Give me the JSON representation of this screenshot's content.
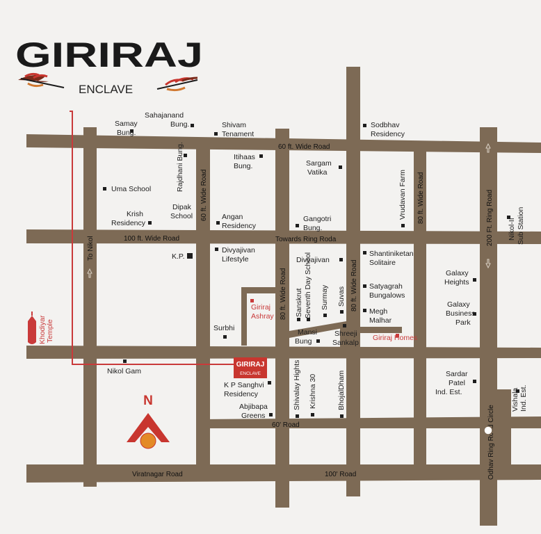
{
  "brand": {
    "title": "GIRIRAJ",
    "subtitle": "ENCLAVE",
    "colors": {
      "title": "#1a1a1a",
      "accent": "#c8362f",
      "road": "#7d6a55",
      "background": "#f3f2f0"
    }
  },
  "marker": {
    "top": "GIRIRAJ",
    "bottom": "ENCLAVE"
  },
  "compass": {
    "letter": "N"
  },
  "roads": {
    "r60_top": "60 ft. Wide Road",
    "r100_mid": "100 ft. Wide Road",
    "towards_ring": "Towards Ring Roda",
    "to_nikol": "To Nikol",
    "r60_rajdhani": "60 ft. Wide Road",
    "r80_center": "80 ft. Wide Road",
    "r80_right": "80 ft. Wide Road",
    "r80_vrudavan": "80 ft. Wide Road",
    "ring_200": "200 Ft. Ring Road",
    "r60_bottom": "60' Road",
    "r100_bottom": "100' Road",
    "viratnagar": "Viratnagar Road",
    "odhav": "Odhav Ring Road Circle"
  },
  "places": {
    "samay_1": "Samay",
    "samay_2": "Bung.",
    "sahajanand_1": "Sahajanand",
    "sahajanand_2": "Bung.",
    "shivam_1": "Shivam",
    "shivam_2": "Tenament",
    "sadbhav_1": "Sodbhav",
    "sadbhav_2": "Residency",
    "uma": "Uma School",
    "rajdhani": "Rajdhani Bung.",
    "itihaas_1": "Itihaas",
    "itihaas_2": "Bung.",
    "sargam_1": "Sargam",
    "sargam_2": "Vatika",
    "vrudavan": "Vrudavan Farm",
    "krish_1": "Krish",
    "krish_2": "Residency",
    "dipak_1": "Dipak",
    "dipak_2": "School",
    "angan_1": "Angan",
    "angan_2": "Residency",
    "gangotri_1": "Gangotri",
    "gangotri_2": "Bung.",
    "nikol2": "Nikol-II",
    "substation": "Sub Station",
    "kp": "K.P.",
    "divyajivan_lf_1": "Divyajivan",
    "divyajivan_lf_2": "Lifestyle",
    "divyajivan": "Divyajivan",
    "shantiniketan_1": "Shantiniketan",
    "shantiniketan_2": "Solitaire",
    "galaxy_h_1": "Galaxy",
    "galaxy_h_2": "Heights",
    "satyagrah_1": "Satyagrah",
    "satyagrah_2": "Bungalows",
    "sanskrut": "Sanskrut",
    "seventh_day": "Seventh Day School",
    "surmay": "Surmay",
    "suvas": "Suvas",
    "giriraj_ashray_1": "Giriraj",
    "giriraj_ashray_2": "Ashray",
    "megh_1": "Megh",
    "megh_2": "Malhar",
    "galaxy_b_1": "Galaxy",
    "galaxy_b_2": "Business",
    "galaxy_b_3": "Park",
    "khodiyar_1": "Khodiyar",
    "khodiyar_2": "Temple",
    "surbhi": "Surbhi",
    "mansi_1": "Mansi",
    "mansi_2": "Bung",
    "shreeji_1": "Shreeji",
    "shreeji_2": "Sankalp",
    "giriraj_homes": "Giriraj Homes",
    "nikol_gam": "Nikol Gam",
    "kp_sanghvi_1": "K P Sanghvi",
    "kp_sanghvi_2": "Residency",
    "abjibapa_1": "Abjibapa",
    "abjibapa_2": "Greens",
    "shivalay": "Shivalay Hights",
    "krishna": "Krishna 30",
    "bhojal": "BhojalDham",
    "sardar_1": "Sardar",
    "sardar_2": "Patel",
    "sardar_3": "Ind. Est.",
    "vishala_1": "Vishala",
    "vishala_2": "Ind. Est."
  }
}
